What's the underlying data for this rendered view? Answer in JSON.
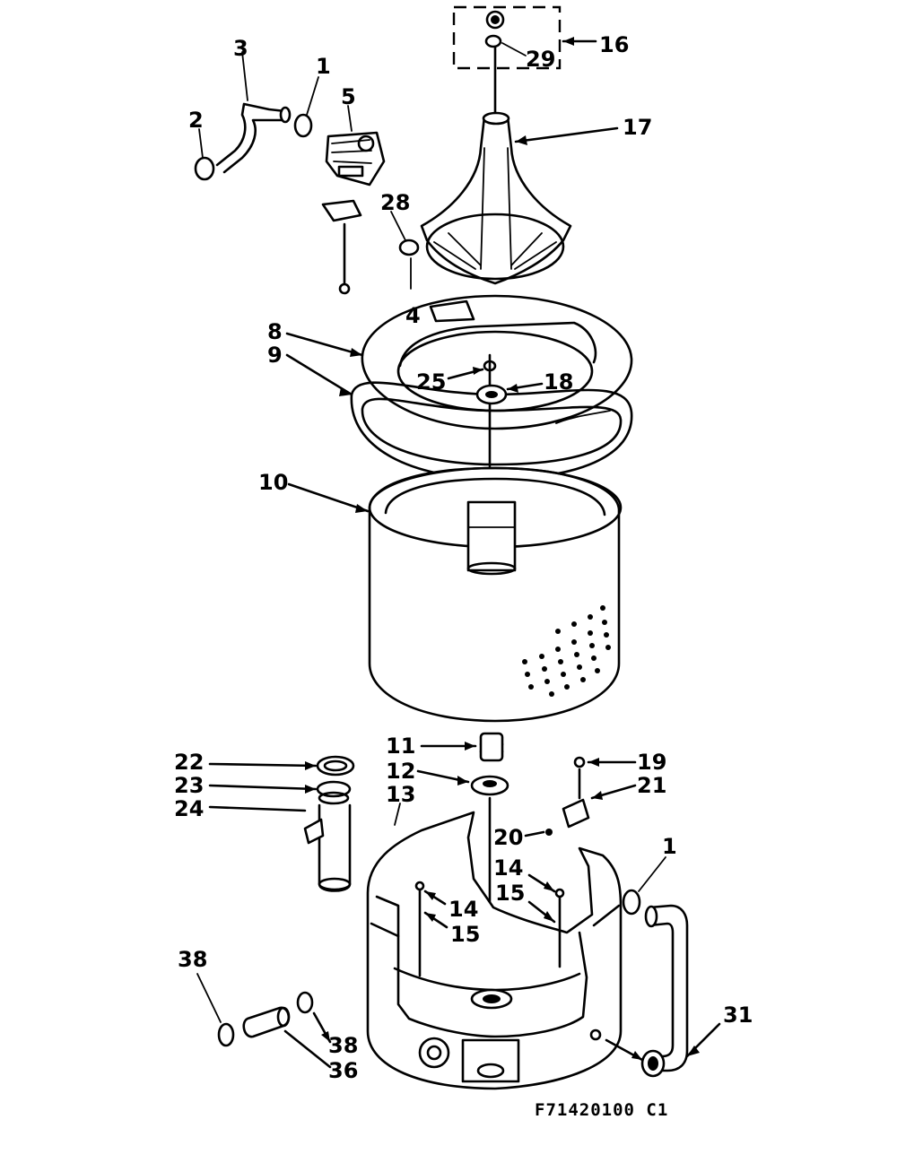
{
  "diagram": {
    "callouts": [
      {
        "id": "c16",
        "text": "16"
      },
      {
        "id": "c29",
        "text": "29"
      },
      {
        "id": "c17",
        "text": "17"
      },
      {
        "id": "c3",
        "text": "3"
      },
      {
        "id": "c1a",
        "text": "1"
      },
      {
        "id": "c2",
        "text": "2"
      },
      {
        "id": "c5",
        "text": "5"
      },
      {
        "id": "c28",
        "text": "28"
      },
      {
        "id": "c4",
        "text": "4"
      },
      {
        "id": "c8",
        "text": "8"
      },
      {
        "id": "c9",
        "text": "9"
      },
      {
        "id": "c25",
        "text": "25"
      },
      {
        "id": "c18",
        "text": "18"
      },
      {
        "id": "c10",
        "text": "10"
      },
      {
        "id": "c22",
        "text": "22"
      },
      {
        "id": "c23",
        "text": "23"
      },
      {
        "id": "c24",
        "text": "24"
      },
      {
        "id": "c11",
        "text": "11"
      },
      {
        "id": "c12",
        "text": "12"
      },
      {
        "id": "c13",
        "text": "13"
      },
      {
        "id": "c19",
        "text": "19"
      },
      {
        "id": "c21",
        "text": "21"
      },
      {
        "id": "c20",
        "text": "20"
      },
      {
        "id": "c1b",
        "text": "1"
      },
      {
        "id": "c14a",
        "text": "14"
      },
      {
        "id": "c15a",
        "text": "15"
      },
      {
        "id": "c14b",
        "text": "14"
      },
      {
        "id": "c15b",
        "text": "15"
      },
      {
        "id": "c38a",
        "text": "38"
      },
      {
        "id": "c38b",
        "text": "38"
      },
      {
        "id": "c36",
        "text": "36"
      },
      {
        "id": "c31",
        "text": "31"
      }
    ],
    "drawing_code": "F71420100 C1"
  }
}
